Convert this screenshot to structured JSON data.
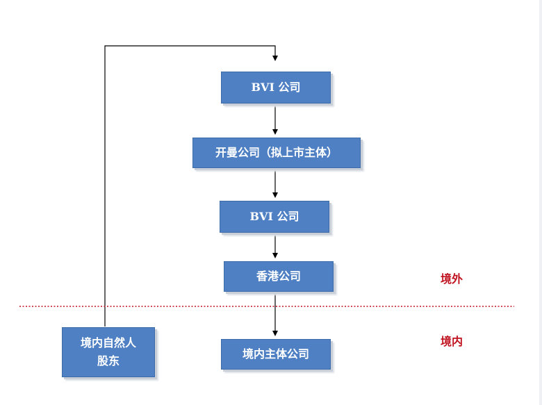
{
  "diagram": {
    "nodes": {
      "bvi_top": "BVI 公司",
      "cayman": "开曼公司（拟上市主体）",
      "bvi_mid": "BVI 公司",
      "hongkong": "香港公司",
      "domestic_entity": "境内主体公司",
      "shareholder_line1": "境内自然人",
      "shareholder_line2": "股东"
    },
    "zones": {
      "offshore": "境外",
      "onshore": "境内"
    },
    "colors": {
      "box_fill": "#4f80c4",
      "box_text": "#ffffff",
      "zone_label": "#c0111f",
      "divider": "#c0111f",
      "connector": "#000000"
    }
  }
}
